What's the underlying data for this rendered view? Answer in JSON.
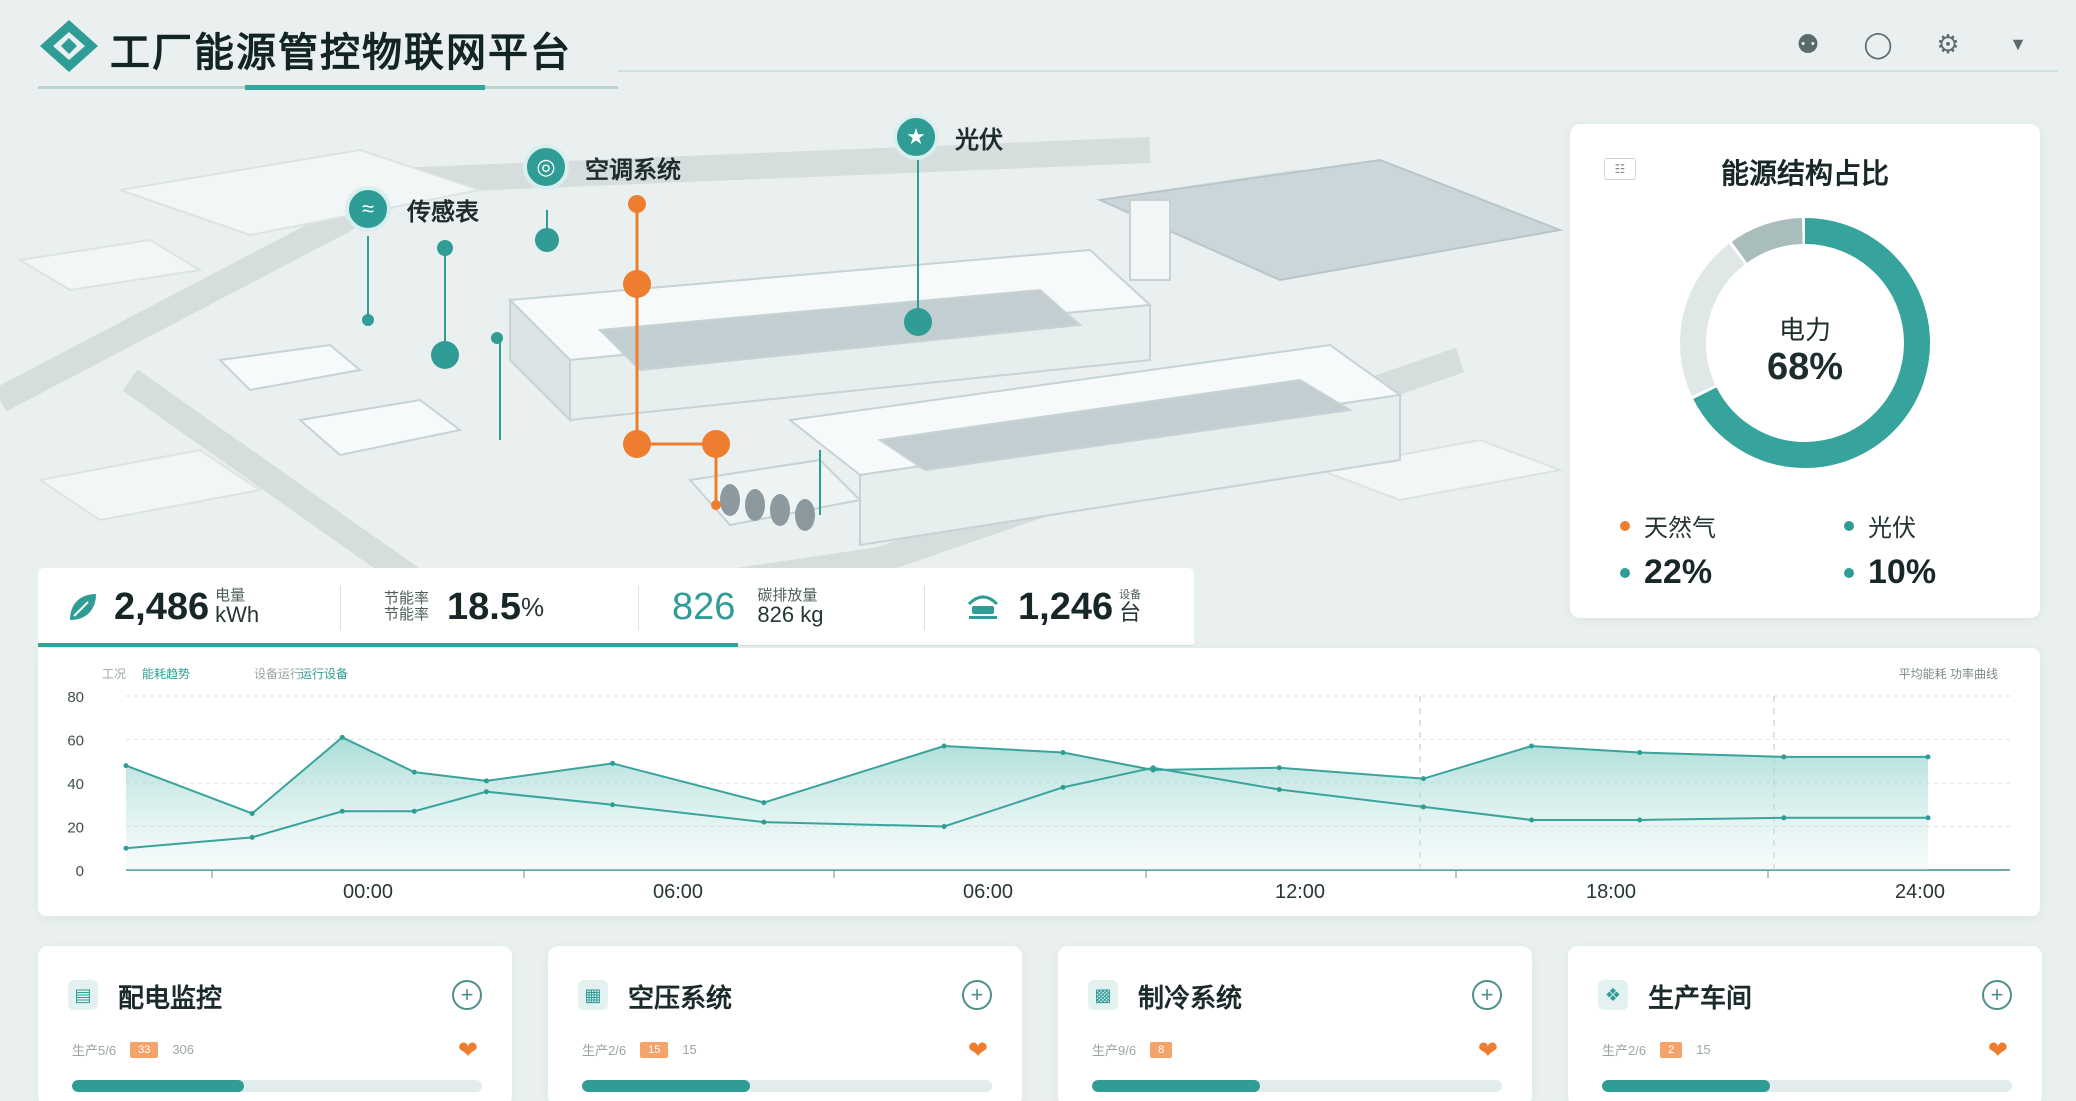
{
  "app": {
    "title": "工厂能源管控物联网平台"
  },
  "header_icons": [
    "user-icon",
    "notification-icon",
    "settings-icon",
    "chevron-down-icon"
  ],
  "map": {
    "callouts": [
      {
        "label": "传感表",
        "icon": "wifi-icon"
      },
      {
        "label": "空调系统",
        "icon": "ac-icon"
      },
      {
        "label": "光伏",
        "icon": "solar-icon"
      }
    ]
  },
  "energy_structure": {
    "title": "能源结构占比",
    "center_label": "电力",
    "center_value": "68%",
    "legend": [
      {
        "name": "天然气",
        "value": "22%",
        "color": "#ef7d2f"
      },
      {
        "name": "光伏",
        "value": "10%",
        "color": "#2f9c95"
      }
    ],
    "segments": [
      {
        "name": "电力",
        "percent": 68,
        "color": "#36a39c"
      },
      {
        "name": "天然气",
        "percent": 22,
        "color": "#dfe7e7"
      },
      {
        "name": "光伏",
        "percent": 10,
        "color": "#a9bdbd"
      }
    ]
  },
  "kpis": {
    "power": {
      "value": "2,486",
      "label": "电量",
      "unit": "kWh"
    },
    "saving": {
      "label_1": "节能率",
      "label_2": "节能率",
      "value": "18.5",
      "unit": "%"
    },
    "carbon": {
      "value": "826",
      "label": "碳排放量",
      "sub_value": "826 kg"
    },
    "devices": {
      "value": "1,246",
      "label": "设备",
      "unit": "台"
    }
  },
  "chart": {
    "legend_left": [
      "工况",
      "能耗趋势",
      "设备运行",
      "运行设备"
    ],
    "legend_right": "平均能耗 功率曲线",
    "y_ticks": [
      "80",
      "60",
      "40",
      "20",
      "0"
    ],
    "x_ticks": [
      "00:00",
      "06:00",
      "06:00",
      "12:00",
      "18:00",
      "24:00"
    ]
  },
  "chart_data": {
    "type": "area",
    "ylim": [
      0,
      80
    ],
    "x": [
      "00:00",
      "06:00",
      "06:00",
      "12:00",
      "18:00",
      "24:00"
    ],
    "series": [
      {
        "values_x": [
          0,
          0.35,
          0.6,
          0.8,
          1.0,
          1.35,
          1.77,
          2.27,
          2.6,
          2.85,
          3.2,
          3.6,
          3.9,
          4.2,
          4.6,
          5.0
        ],
        "values": [
          48,
          26,
          61,
          45,
          41,
          49,
          31,
          57,
          54,
          46,
          47,
          42,
          57,
          54,
          52,
          52
        ]
      },
      {
        "values_x": [
          0,
          0.35,
          0.6,
          0.8,
          1.0,
          1.35,
          1.77,
          2.27,
          2.6,
          2.85,
          3.2,
          3.6,
          3.9,
          4.2,
          4.6,
          5.0
        ],
        "values": [
          10,
          15,
          27,
          27,
          36,
          30,
          22,
          20,
          38,
          47,
          37,
          29,
          23,
          23,
          24,
          24
        ]
      }
    ]
  },
  "cards": [
    {
      "title": "配电监控",
      "meta_1": "生产5/6",
      "badge": "33",
      "meta_2": "306",
      "progress": 0.42
    },
    {
      "title": "空压系统",
      "meta_1": "生产2/6",
      "badge": "15",
      "meta_2": "15",
      "progress": 0.41
    },
    {
      "title": "制冷系统",
      "meta_1": "生产9/6",
      "badge": "8",
      "meta_2": "",
      "progress": 0.41
    },
    {
      "title": "生产车间",
      "meta_1": "生产2/6",
      "badge": "2",
      "meta_2": "15",
      "progress": 0.41
    }
  ]
}
